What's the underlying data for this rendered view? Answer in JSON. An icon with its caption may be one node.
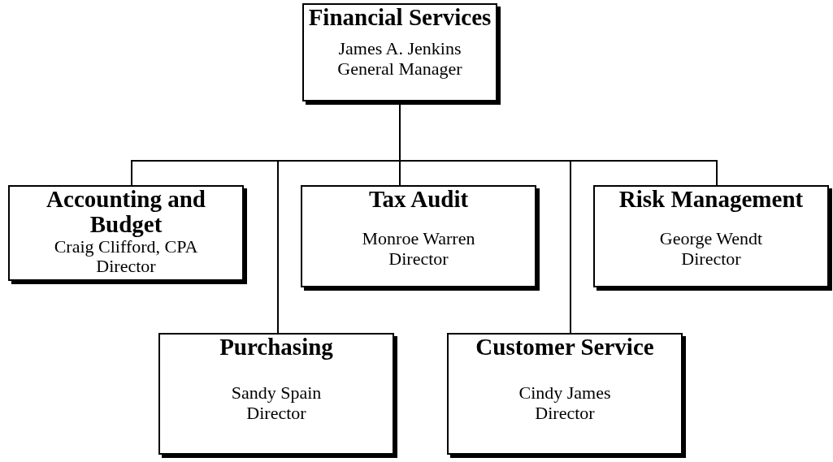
{
  "diagram": {
    "nodes": [
      {
        "text": [
          "Financial Services",
          "James A. Jenkins",
          "General Manager"
        ]
      },
      {
        "text": [
          "Accounting and Budget",
          "Craig Clifford, CPA",
          "Director"
        ]
      },
      {
        "text": [
          "Tax Audit",
          "Monroe Warren",
          "Director"
        ]
      },
      {
        "text": [
          "Risk Management",
          "George Wendt",
          "Director"
        ]
      },
      {
        "text": [
          "Purchasing",
          "Sandy Spain",
          "Director"
        ]
      },
      {
        "text": [
          "Customer Service",
          "Cindy James",
          "Director"
        ]
      }
    ],
    "edges": [
      {
        "from": 0,
        "to": 1,
        "arrow": "none"
      },
      {
        "from": 0,
        "to": 4,
        "arrow": "none"
      },
      {
        "from": 0,
        "to": 2,
        "arrow": "none"
      },
      {
        "from": 0,
        "to": 5,
        "arrow": "none"
      },
      {
        "from": 0,
        "to": 3,
        "arrow": "none"
      }
    ]
  }
}
